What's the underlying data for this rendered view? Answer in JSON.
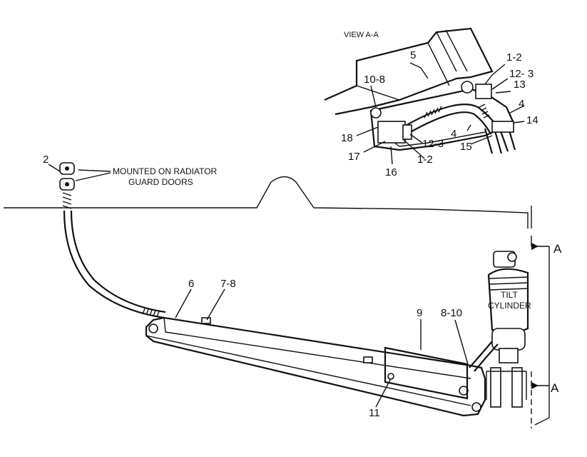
{
  "view_title": "VIEW A-A",
  "note": {
    "line1": "MOUNTED ON RADIATOR",
    "line2": "GUARD DOORS"
  },
  "cylinder_label": {
    "line1": "TILT",
    "line2": "CYLINDER"
  },
  "section_marker": "A",
  "callouts_main": [
    "2",
    "6",
    "7-8",
    "9",
    "8-10",
    "11"
  ],
  "callouts_view": [
    "5",
    "10-8",
    "1-2",
    "12- 3",
    "13",
    "4",
    "14",
    "4",
    "15",
    "18",
    "12-3",
    "17",
    "16",
    "1-2"
  ]
}
